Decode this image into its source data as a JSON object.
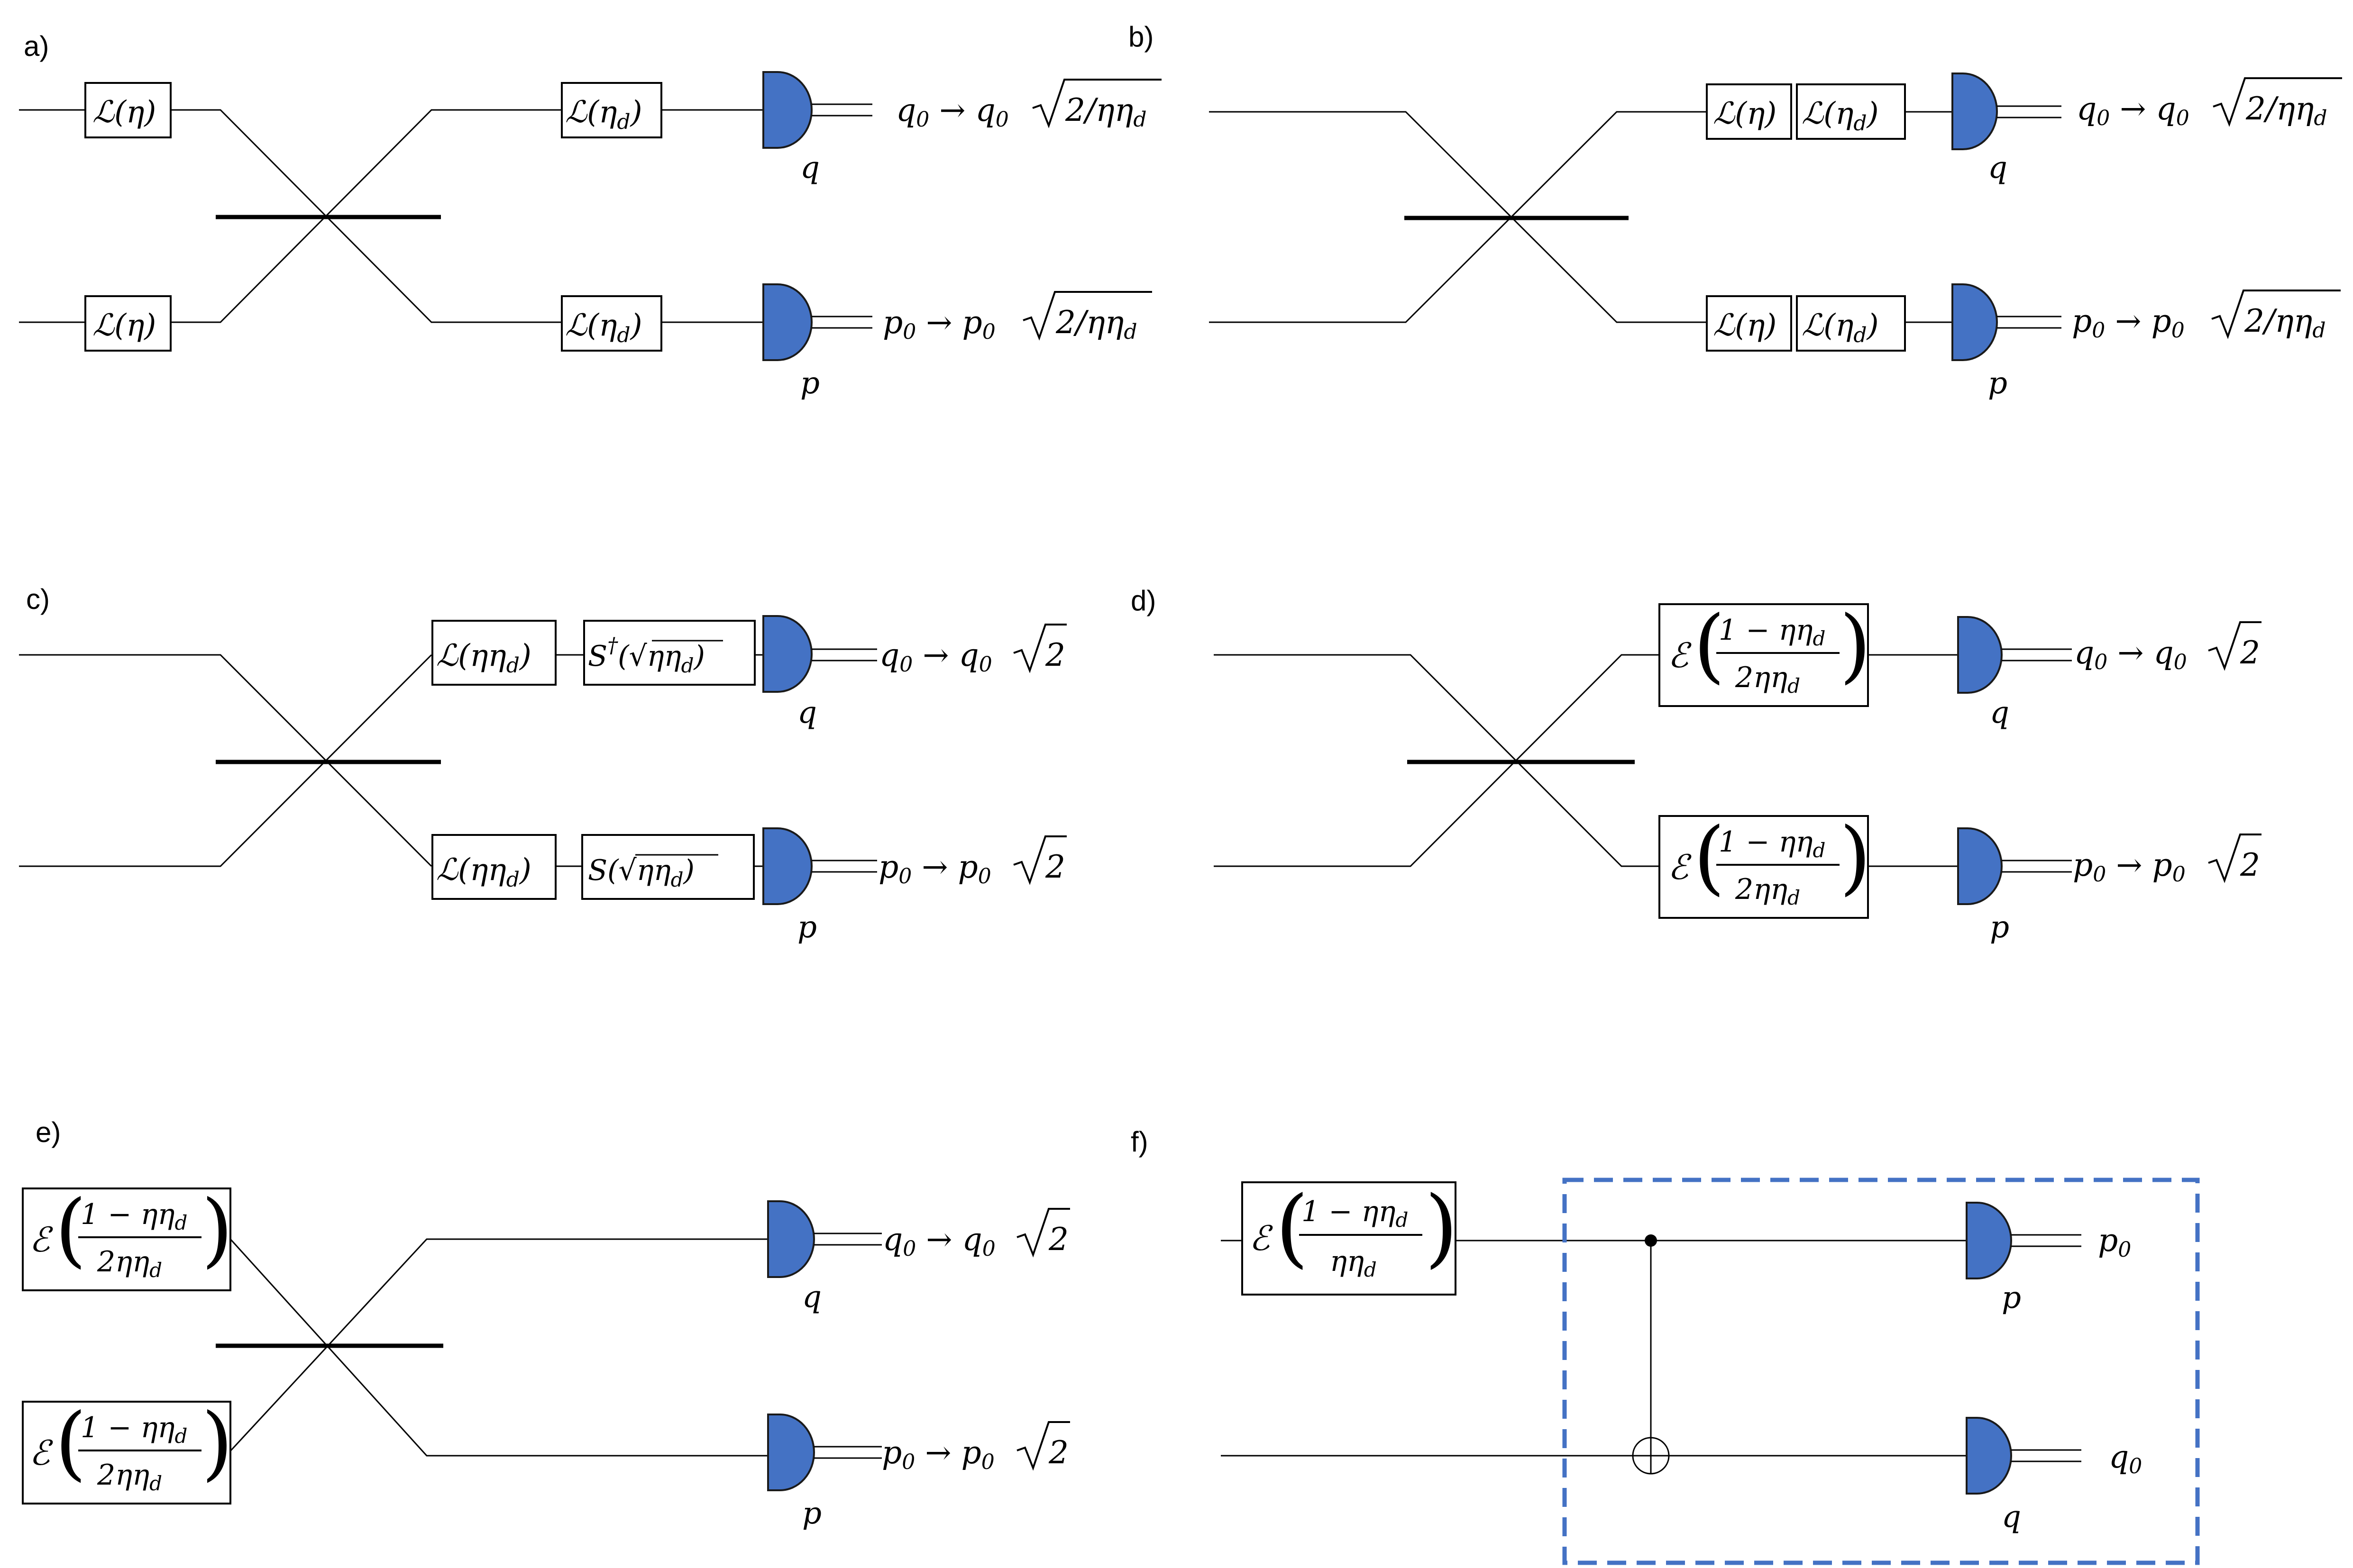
{
  "panels": {
    "a": {
      "label": "a)",
      "gates": {
        "loss_eta": "ℒ(η)",
        "loss_eta_d": "ℒ(η_d)"
      },
      "detectors": {
        "top": "q",
        "bottom": "p"
      },
      "outputs": {
        "top": "q₀ → q₀√2/ηη_d",
        "bottom": "p₀ → p₀√2/ηη_d"
      }
    },
    "b": {
      "label": "b)",
      "gates": {
        "loss_eta": "ℒ(η)",
        "loss_eta_d": "ℒ(η_d)"
      },
      "detectors": {
        "top": "q",
        "bottom": "p"
      },
      "outputs": {
        "top": "q₀ → q₀√2/ηη_d",
        "bottom": "p₀ → p₀√2/ηη_d"
      }
    },
    "c": {
      "label": "c)",
      "gates": {
        "loss": "ℒ(ηη_d)",
        "squeeze_dagger": "S†(√ηη_d)",
        "squeeze": "S(√ηη_d)"
      },
      "detectors": {
        "top": "q",
        "bottom": "p"
      },
      "outputs": {
        "top": "q₀ → q₀√2",
        "bottom": "p₀ → p₀√2"
      }
    },
    "d": {
      "label": "d)",
      "gates": {
        "channel": "ℰ((1 − ηη_d)/(2ηη_d))"
      },
      "detectors": {
        "top": "q",
        "bottom": "p"
      },
      "outputs": {
        "top": "q₀ → q₀√2",
        "bottom": "p₀ → p₀√2"
      }
    },
    "e": {
      "label": "e)",
      "gates": {
        "channel": "ℰ((1 − ηη_d)/(2ηη_d))"
      },
      "detectors": {
        "top": "q",
        "bottom": "p"
      },
      "outputs": {
        "top": "q₀ → q₀√2",
        "bottom": "p₀ → p₀√2"
      }
    },
    "f": {
      "label": "f)",
      "gates": {
        "channel": "ℰ((1 − ηη_d)/(ηη_d))"
      },
      "detectors": {
        "top": "p",
        "bottom": "q"
      },
      "outputs": {
        "top": "p₀",
        "bottom": "q₀"
      }
    }
  },
  "colors": {
    "detector": "#4472C4",
    "dashed_box": "#4472C4",
    "lines": "#000000"
  }
}
